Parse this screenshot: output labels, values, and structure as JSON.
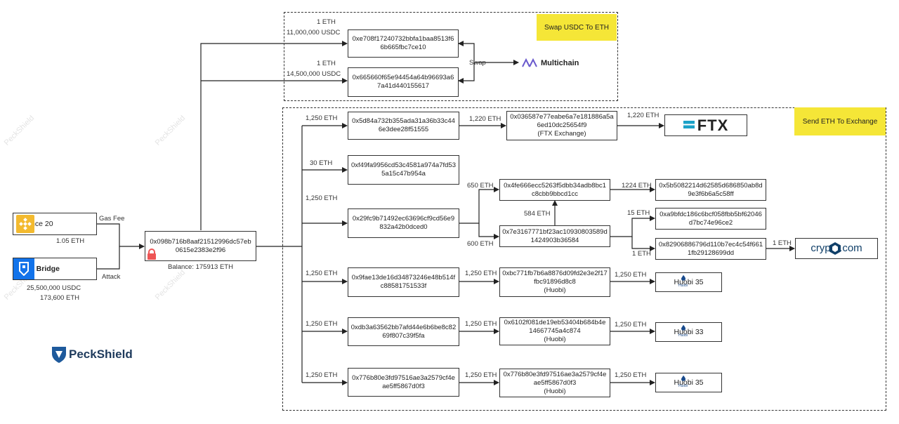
{
  "regions": {
    "swap": "Swap USDC To ETH",
    "exchange": "Send ETH To Exchange"
  },
  "sources": {
    "binance": {
      "name": "Binance 20",
      "amount": "1.05 ETH",
      "edge": "Gas Fee",
      "color": "#f3ba2f"
    },
    "ronin": {
      "name": "Ronin Bridge",
      "amount1": "25,500,000 USDC",
      "amount2": "173,600 ETH",
      "edge": "Attack",
      "color": "#1273ea"
    }
  },
  "attacker": {
    "address": "0x098b716b8aaf21512996dc57eb0615e2383e2f96",
    "balance": "Balance: 175913 ETH"
  },
  "swap_section": {
    "tx1_amount1": "1 ETH",
    "tx1_amount2": "11,000,000 USDC",
    "tx2_amount1": "1 ETH",
    "tx2_amount2": "14,500,000 USDC",
    "addr1": "0xe708f17240732bbfa1baa8513f66b665fbc7ce10",
    "addr2": "0x665660f65e94454a64b96693a67a41d440155617",
    "swap_label": "Swap",
    "multichain": "Multichain"
  },
  "branches": {
    "b1": {
      "amount": "1,250 ETH",
      "addr": "0x5d84a732b355ada31a36b33c446e3dee28f51555",
      "next_amount": "1,220 ETH",
      "next_addr": "0x036587e77eabe6a7e181886a5a6ed10dc25654f9",
      "next_note": "(FTX Exchange)",
      "final_amount": "1,220 ETH",
      "final": "FTX"
    },
    "b2": {
      "amount": "30 ETH",
      "addr": "0xf49fa9956cd53c4581a974a7fd535a15c47b954a"
    },
    "b3": {
      "amount": "1,250 ETH",
      "addr": "0x29fc9b71492ec63696cf9cd56e9832a42b0dced0",
      "up_amount": "650 ETH",
      "up_addr": "0x4fe666ecc5263f5dbb34adb8bc1c8cbb9bbcd1cc",
      "up_next_amount": "1224 ETH",
      "up_next_addr": "0x5b5082214d62585d686850ab8d9e3f6b6a5c58ff",
      "down_amount": "600 ETH",
      "down_addr": "0x7e3167771bf23ac10930803589d1424903b36584",
      "link_amount": "584 ETH",
      "d1_amount": "15 ETH",
      "d1_addr": "0xa9bfdc186c6bcf058fbb5bf62046d7bc74e96ce2",
      "d2_amount": "1 ETH",
      "d2_addr": "0x82906886796d110b7ec4c54f6611fb29128699dd",
      "d2_final_amount": "1 ETH",
      "d2_final": "crypto.com"
    },
    "b4": {
      "amount": "1,250 ETH",
      "addr": "0x9fae13de16d34873246e48b514fc88581751533f",
      "next_amount": "1,250 ETH",
      "next_addr": "0xbc771fb7b6a8876d09fd2e3e2f17fbc91896d8c8",
      "next_note": "(Huobi)",
      "final_amount": "1,250 ETH",
      "final": "Huobi 35"
    },
    "b5": {
      "amount": "1,250 ETH",
      "addr": "0xdb3a63562bb7afd44e6b6be8c8269f807c39f5fa",
      "next_amount": "1,250 ETH",
      "next_addr": "0x6102f081de19eb53404b684b4e14667745a4c874",
      "next_note": "(Huobi)",
      "final_amount": "1,250 ETH",
      "final": "Huobi 33"
    },
    "b6": {
      "amount": "1,250 ETH",
      "addr": "0x776b80e3fd97516ae3a2579cf4eae5ff5867d0f3",
      "next_amount": "1,250 ETH",
      "next_addr": "0x776b80e3fd97516ae3a2579cf4eae5ff5867d0f3",
      "next_note": "(Huobi)",
      "final_amount": "1,250 ETH",
      "final": "Huobi 35"
    }
  },
  "huobi_logo_text": "Huobi",
  "brand": {
    "name": "PeckShield",
    "watermark": "PeckShield",
    "color": "#1e5a9c"
  }
}
